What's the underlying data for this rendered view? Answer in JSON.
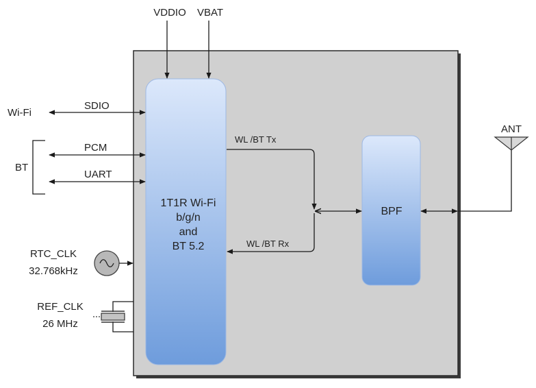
{
  "power": {
    "vddio": "VDDIO",
    "vbat": "VBAT"
  },
  "interfaces": {
    "wifi": "Wi-Fi",
    "bt": "BT",
    "sdio": "SDIO",
    "pcm": "PCM",
    "uart": "UART"
  },
  "clocks": {
    "rtc_name": "RTC_CLK",
    "rtc_freq": "32.768kHz",
    "ref_name": "REF_CLK",
    "ref_freq": "26 MHz"
  },
  "main_block": {
    "line1": "1T1R Wi-Fi",
    "line2": "b/g/n",
    "line3": "and",
    "line4": "BT 5.2"
  },
  "rf": {
    "tx_label": "WL /BT  Tx",
    "rx_label": "WL /BT  Rx",
    "bpf": "BPF",
    "antenna": "ANT"
  },
  "colors": {
    "chip_bg": "#d0d0d0",
    "block_top": "#dce8fb",
    "block_bottom": "#6e9cdc"
  }
}
